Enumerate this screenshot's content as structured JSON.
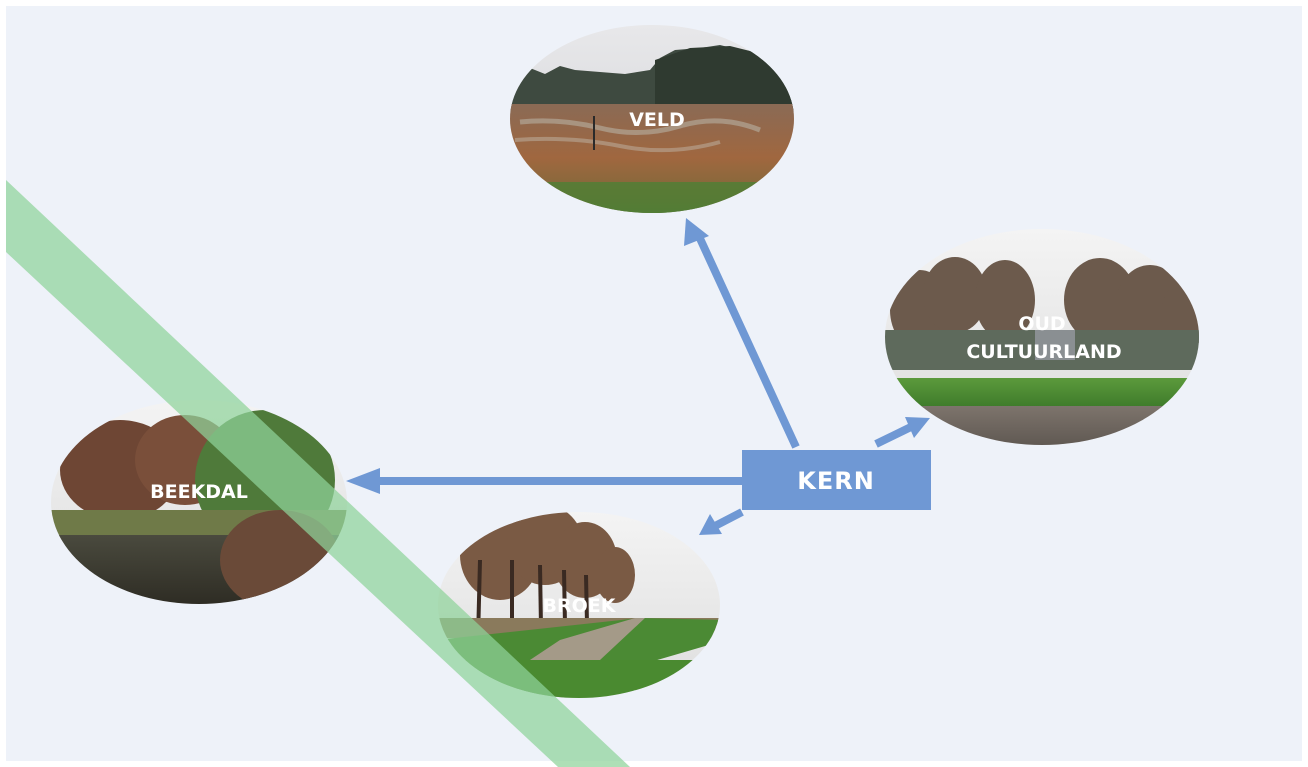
{
  "colors": {
    "background": "#eef2f9",
    "arrow": "#6f98d4",
    "kern_box": "#6f98d4",
    "green_band": "#8fd29a"
  },
  "nodes": {
    "veld": {
      "label": "VELD",
      "image": "heathland-field-photo"
    },
    "oud_cultuurland": {
      "label_line1": "OUD",
      "label_line2": "CULTUURLAND",
      "image": "old-farmland-photo"
    },
    "beekdal": {
      "label": "BEEKDAL",
      "image": "stream-valley-photo"
    },
    "broek": {
      "label": "BROEK",
      "image": "tree-lined-road-photo"
    },
    "kern": {
      "label": "KERN"
    }
  }
}
